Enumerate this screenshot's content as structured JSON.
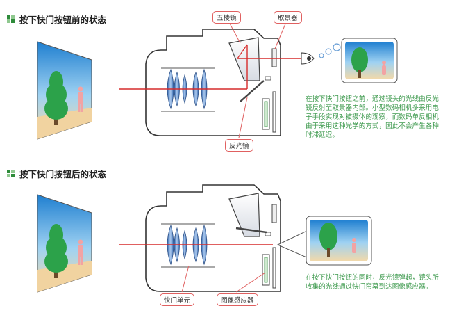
{
  "sections": {
    "before_title": "按下快门按钮前的状态",
    "after_title": "按下快门按钮后的状态"
  },
  "labels": {
    "pentaprism": "五棱镜",
    "viewfinder": "取景器",
    "reflex_mirror": "反光镜",
    "shutter_unit": "快门单元",
    "image_sensor": "图像感应器"
  },
  "notes": {
    "before": "在按下快门按钮之前，通过镜头的光线由反光镜反射至取景器内部。小型数码相机多采用电子手段实现对被摄体的观察，而数码单反相机由于采用这种光学的方式，因此不会产生各种时滞延迟。",
    "after": "在按下快门按钮的同时，反光镜弹起，镜头所收集的光线通过快门帘幕到达图像感应器。"
  },
  "colors": {
    "light_ray": "#d62b2b",
    "note_text": "#3e9a4e",
    "sky": "#2f93d6",
    "tree": "#2ca24a"
  }
}
